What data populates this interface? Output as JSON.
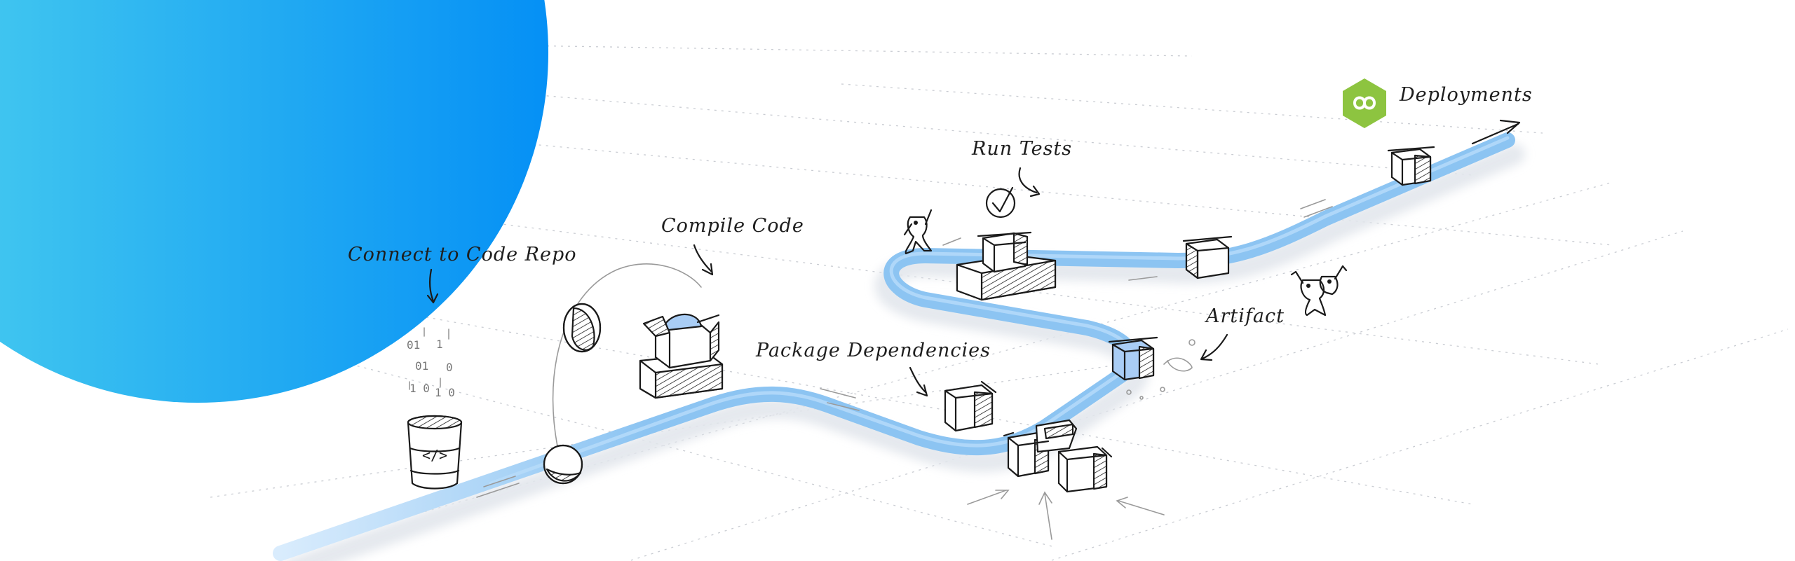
{
  "labels": {
    "connect": "Connect to Code Repo",
    "compile": "Compile Code",
    "package": "Package Dependencies",
    "tests": "Run Tests",
    "artifact": "Artifact",
    "deployments": "Deployments"
  },
  "repo_icon_text": "</>",
  "binary": [
    "01",
    "1",
    "01",
    "0",
    "1 0",
    "1 0"
  ],
  "colors": {
    "accent_gradient_start": "#4fd3ee",
    "accent_gradient_end": "#0590f5",
    "pipeline": "#8cc4f2",
    "logo_green": "#8dc440"
  },
  "icons": {
    "repo": "code-bucket-icon",
    "logo": "infinity-hexagon-icon",
    "tests": "checkmark-circle-icon"
  }
}
